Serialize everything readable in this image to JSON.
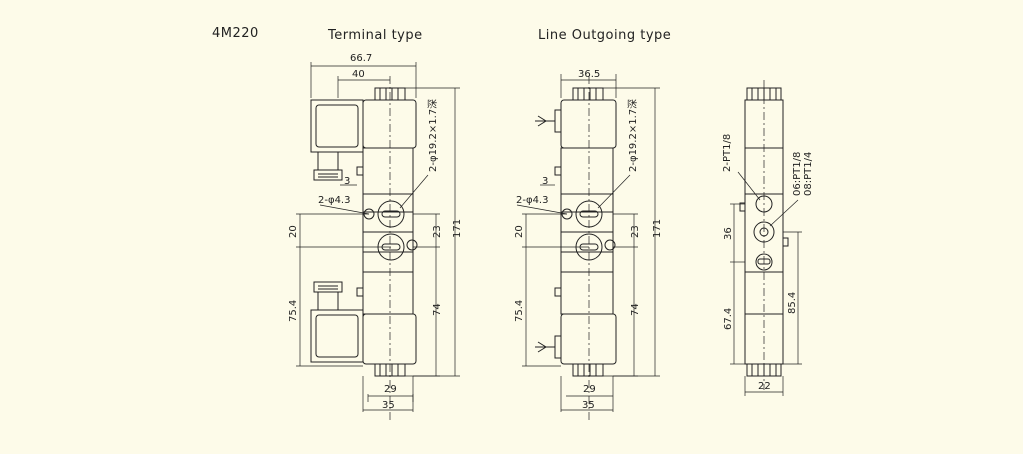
{
  "model": "4M220",
  "views": {
    "terminal": {
      "title": "Terminal type",
      "dims": {
        "overall_width": "66.7",
        "coil_offset": "40",
        "mount_holes": "2-φ19.2×1.7深",
        "side_gap": "3",
        "screw_holes": "2-φ4.3",
        "pitch_left": "20",
        "pitch_right": "23",
        "length_left": "75.4",
        "length_right": "74",
        "height": "171",
        "body_width": "29",
        "base_width": "35"
      }
    },
    "outgoing": {
      "title": "Line Outgoing type",
      "dims": {
        "top_width": "36.5",
        "mount_holes": "2-φ19.2×1.7深",
        "side_gap": "3",
        "screw_holes": "2-φ4.3",
        "pitch_left": "20",
        "pitch_right": "23",
        "length_left": "75.4",
        "length_right": "74",
        "height": "171",
        "body_width": "29",
        "base_width": "35"
      }
    },
    "side": {
      "port_small": "2-PT1/8",
      "port_a": "06:PT1/8",
      "port_b": "08:PT1/4",
      "dim_36": "36",
      "dim_67": "67.4",
      "dim_85": "85.4",
      "width": "22"
    }
  },
  "colors": {
    "background": "#fdfbe9",
    "line": "#222222"
  }
}
